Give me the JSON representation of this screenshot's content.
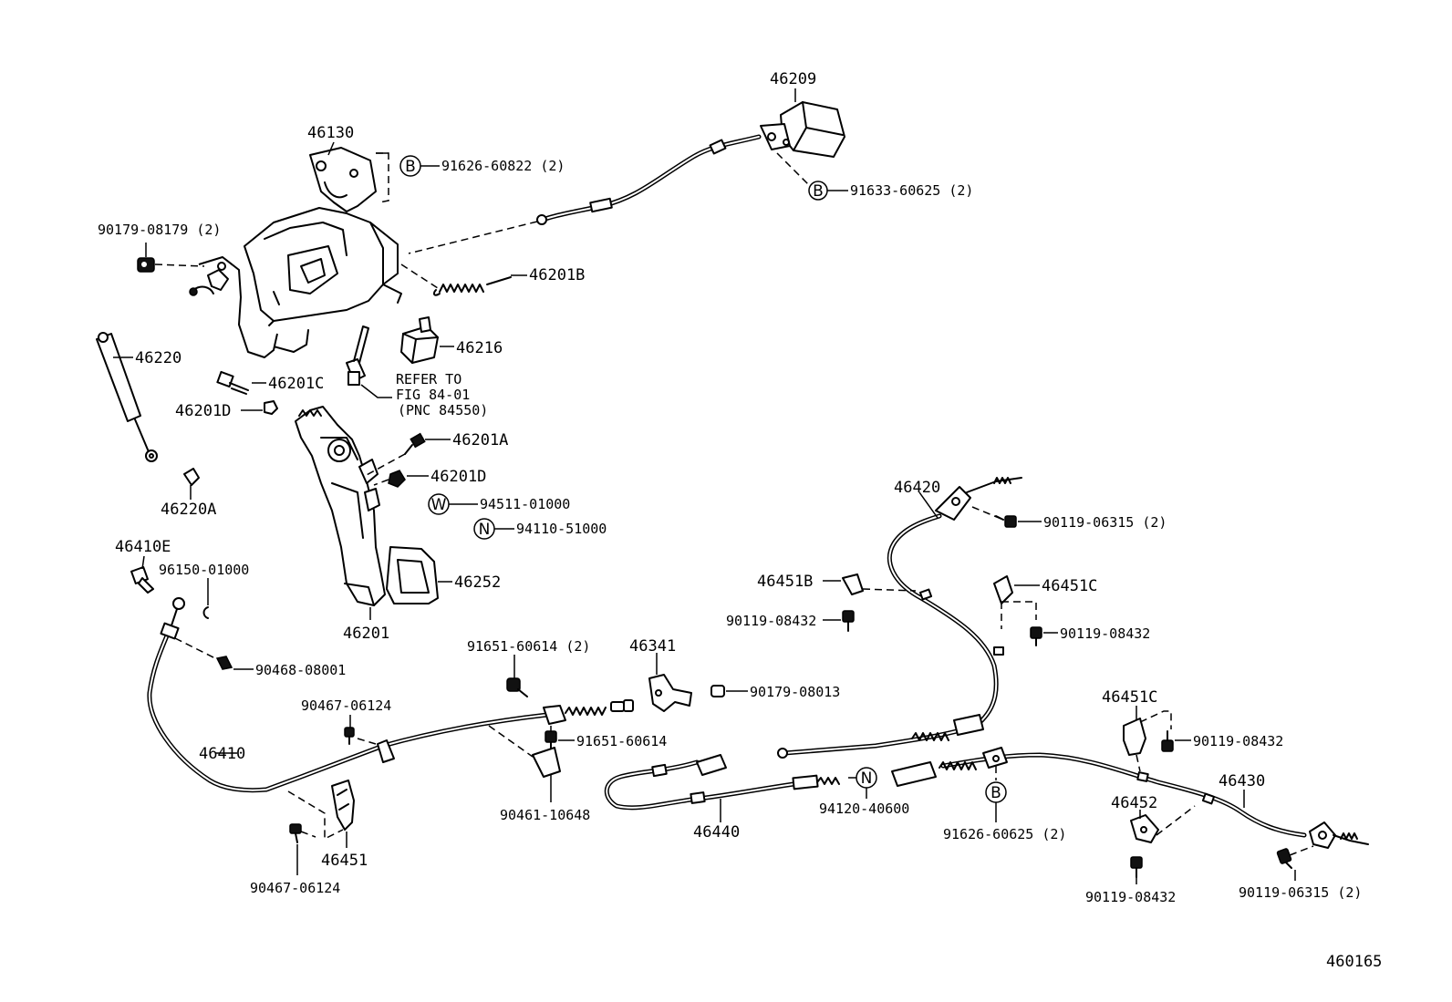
{
  "figure_number": "460165",
  "labels": {
    "p46209": "46209",
    "p46130": "46130",
    "b1_code": "91626-60822 (2)",
    "b2_code": "91633-60625 (2)",
    "p90179_08179": "90179-08179 (2)",
    "p46201B": "46201B",
    "p46216": "46216",
    "p46220": "46220",
    "p46201C": "46201C",
    "refer1": "REFER TO",
    "refer2": "FIG 84-01",
    "refer3": "(PNC 84550)",
    "p46201D_left": "46201D",
    "p46201A": "46201A",
    "p46201D_right": "46201D",
    "p46220A": "46220A",
    "w_code": "94511-01000",
    "n1_code": "94110-51000",
    "p46410E": "46410E",
    "p96150": "96150-01000",
    "p46252": "46252",
    "p46201": "46201",
    "p90468": "90468-08001",
    "p91651_2": "91651-60614 (2)",
    "p46341": "46341",
    "p90179_08013": "90179-08013",
    "p90467_a": "90467-06124",
    "p91651": "91651-60614",
    "p46410": "46410",
    "p90461": "90461-10648",
    "p46451": "46451",
    "p90467_b": "90467-06124",
    "p46440": "46440",
    "n2_code": "94120-40600",
    "b3_code": "91626-60625 (2)",
    "p46420": "46420",
    "p90119_06315_a": "90119-06315 (2)",
    "p46451B": "46451B",
    "p46451C_a": "46451C",
    "p90119_08432_a": "90119-08432",
    "p90119_08432_b": "90119-08432",
    "p46451C_b": "46451C",
    "p90119_08432_c": "90119-08432",
    "p46430": "46430",
    "p46452": "46452",
    "p90119_08432_d": "90119-08432",
    "p90119_06315_b": "90119-06315 (2)"
  },
  "symbols": {
    "b": "B",
    "w": "W",
    "n": "N"
  }
}
